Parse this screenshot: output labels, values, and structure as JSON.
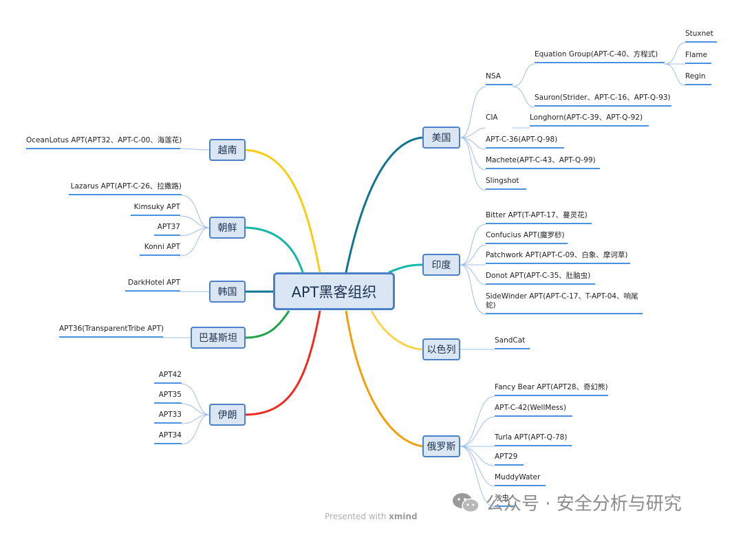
{
  "title": "APT黑客组织",
  "branches": {
    "usa": "美国",
    "india": "印度",
    "israel": "以色列",
    "russia": "俄罗斯",
    "vietnam": "越南",
    "nk": "朝鲜",
    "korea": "韩国",
    "pakistan": "巴基斯坦",
    "iran": "伊朗"
  },
  "usa": {
    "nsa": "NSA",
    "equation": "Equation Group(APT-C-40、方程式)",
    "stuxnet": "Stuxnet",
    "flame": "Flame",
    "regin": "Regin",
    "sauron": "Sauron(Strider、APT-C-16、APT-Q-93)",
    "cia": "CIA",
    "longhorn": "Longhorn(APT-C-39、APT-Q-92)",
    "aptc36": "APT-C-36(APT-Q-98)",
    "machete": "Machete(APT-C-43、APT-Q-99)",
    "slingshot": "Slingshot"
  },
  "india": {
    "bitter": "Bitter APT(T-APT-17、蔓灵花)",
    "confucius": "Confucius APT(魔罗桫)",
    "patchwork": "Patchwork APT(APT-C-09、白象、摩诃草)",
    "donot": "Donot APT(APT-C-35、肚脑虫)",
    "sidewinder": "SideWinder APT(APT-C-17、T-APT-04、响尾蛇)"
  },
  "israel": {
    "sandcat": "SandCat"
  },
  "russia": {
    "fancybear": "Fancy Bear APT(APT28、奇幻熊)",
    "wellmess": "APT-C-42(WellMess)",
    "turla": "Turla APT(APT-Q-78)",
    "apt29": "APT29",
    "muddywater": "MuddyWater",
    "sandworm": "沙虫"
  },
  "vietnam": {
    "oceanlotus": "OceanLotus APT(APT32、APT-C-00、海莲花)"
  },
  "nk": {
    "lazarus": "Lazarus APT(APT-C-26、拉撒路)",
    "kimsuky": "Kimsuky APT",
    "apt37": "APT37",
    "konni": "Konni APT"
  },
  "korea": {
    "darkhotel": "DarkHotel APT"
  },
  "pakistan": {
    "apt36": "APT36(TransparentTribe APT)"
  },
  "iran": {
    "apt42": "APT42",
    "apt35": "APT35",
    "apt33": "APT33",
    "apt34": "APT34"
  },
  "footer": {
    "presented": "Presented with",
    "brand": "xmind"
  },
  "watermark": "公众号 · 安全分析与研究",
  "colors": {
    "usa": "#0e7490",
    "india": "#14b8a6",
    "israel": "#fcd34d",
    "russia": "#f59e0b",
    "vietnam": "#facc15",
    "nk": "#14b8a6",
    "korea": "#0e7490",
    "pakistan": "#22a34a",
    "iran": "#ef2b1f",
    "leafline": "#4a90e2",
    "connector": "#9ec0e8"
  }
}
